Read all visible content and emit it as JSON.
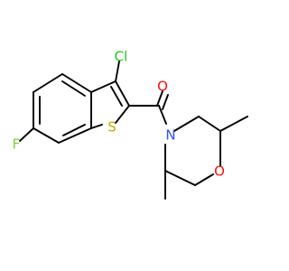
{
  "atoms": {
    "cl": {
      "label": "Cl",
      "color": "#1fc61f"
    },
    "o": {
      "label": "O",
      "color": "#ff0d0d"
    },
    "s": {
      "label": "S",
      "color": "#c8a800"
    },
    "f": {
      "label": "F",
      "color": "#7ccf3a"
    },
    "n": {
      "label": "N",
      "color": "#3050f8"
    },
    "o_ring": {
      "label": "O",
      "color": "#ff0d0d"
    }
  },
  "bond_color": "#000000"
}
